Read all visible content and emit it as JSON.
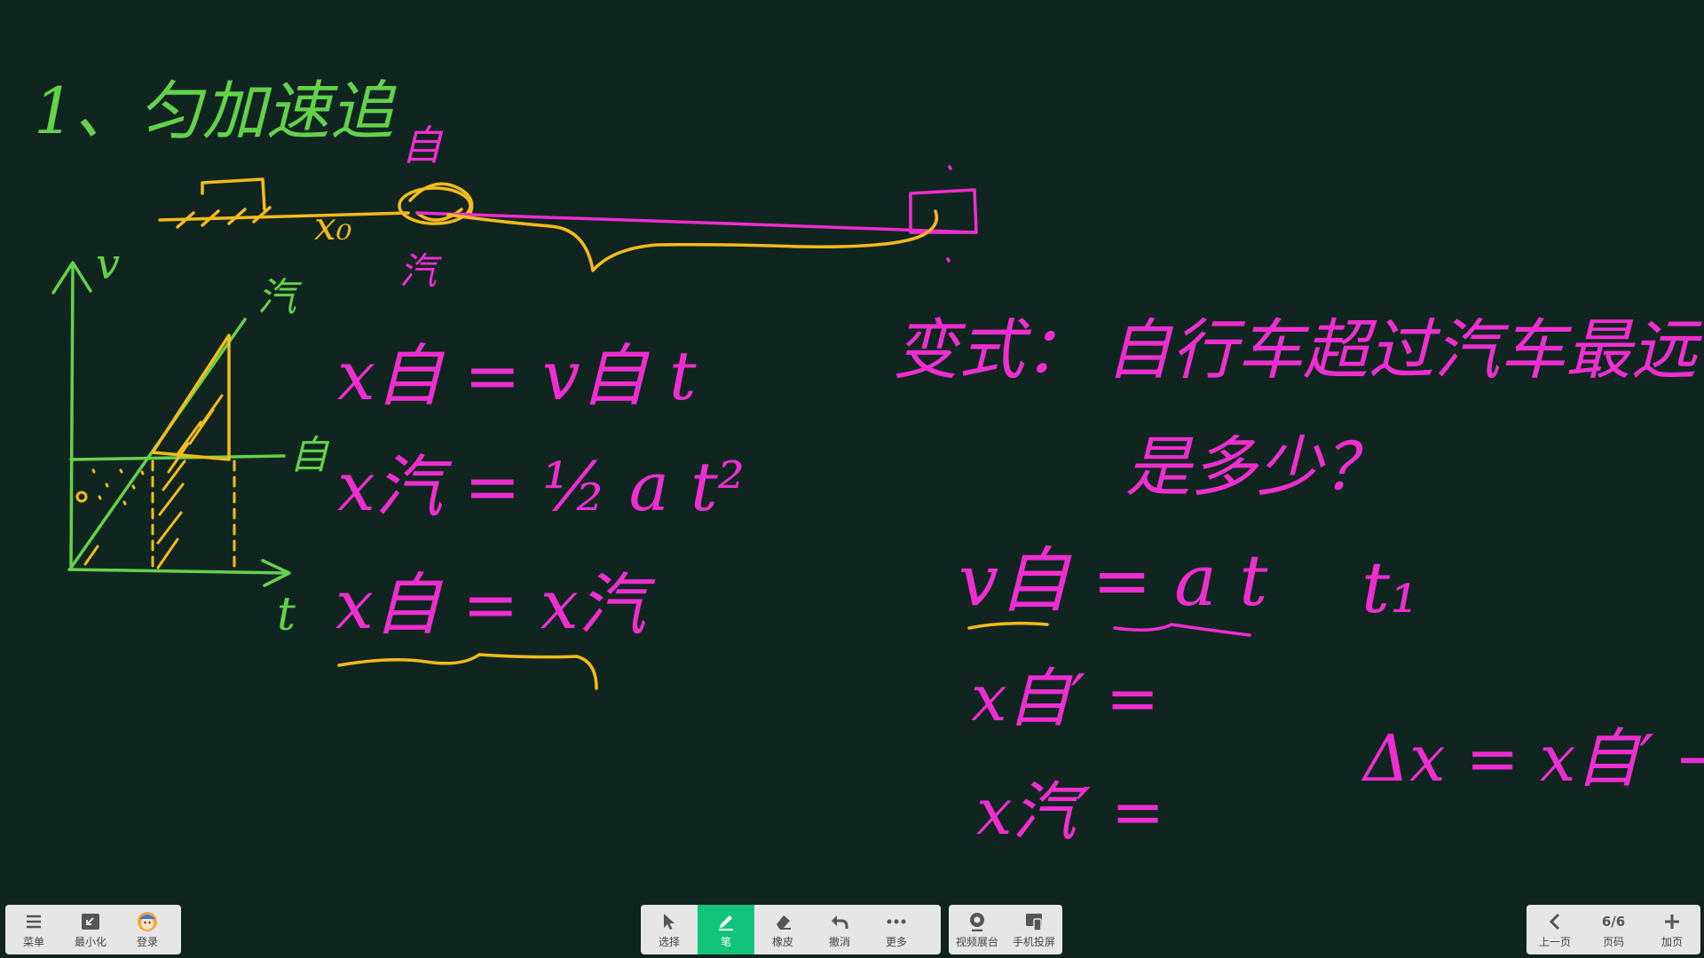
{
  "board": {
    "title_text": "1、匀加速追",
    "label_zi_top": "自",
    "label_qi_bottom": "汽",
    "label_x0": "x₀",
    "axis_v": "v",
    "axis_t": "t",
    "label_qi_line": "汽",
    "label_zi_line": "自",
    "eq1": "x自 = v自 t",
    "eq2": "x汽 = ½ a t²",
    "eq3": "x自 = x汽",
    "variant_label": "变式：",
    "variant_question_1": "自行车超过汽车最远",
    "variant_question_2": "是多少？",
    "eq4": "v自 = a t",
    "eq4_t1": "t₁",
    "eq5": "x自′ =",
    "eq6": "x汽′ =",
    "eq7": "Δx = x自′ − x汽′",
    "colors": {
      "background": "#112520",
      "green": "#62d24a",
      "yellow": "#f5bb1c",
      "magenta": "#ee2ed1",
      "active_tool": "#11c47a"
    }
  },
  "toolbar_left": {
    "items": [
      {
        "label": "菜单",
        "icon": "menu-icon"
      },
      {
        "label": "最小化",
        "icon": "minimize-icon"
      },
      {
        "label": "登录",
        "icon": "avatar-icon"
      }
    ]
  },
  "toolbar_center": {
    "items": [
      {
        "label": "选择",
        "icon": "cursor-icon"
      },
      {
        "label": "笔",
        "icon": "pen-icon",
        "active": true
      },
      {
        "label": "橡皮",
        "icon": "eraser-icon"
      },
      {
        "label": "撤消",
        "icon": "undo-icon"
      },
      {
        "label": "更多",
        "icon": "more-icon"
      }
    ]
  },
  "toolbar_media": {
    "items": [
      {
        "label": "视频展台",
        "icon": "camera-icon"
      },
      {
        "label": "手机投屏",
        "icon": "phone-cast-icon"
      }
    ]
  },
  "toolbar_right": {
    "prev_label": "上一页",
    "page_indicator": "6/6",
    "page_label": "页码",
    "add_label": "加页"
  }
}
